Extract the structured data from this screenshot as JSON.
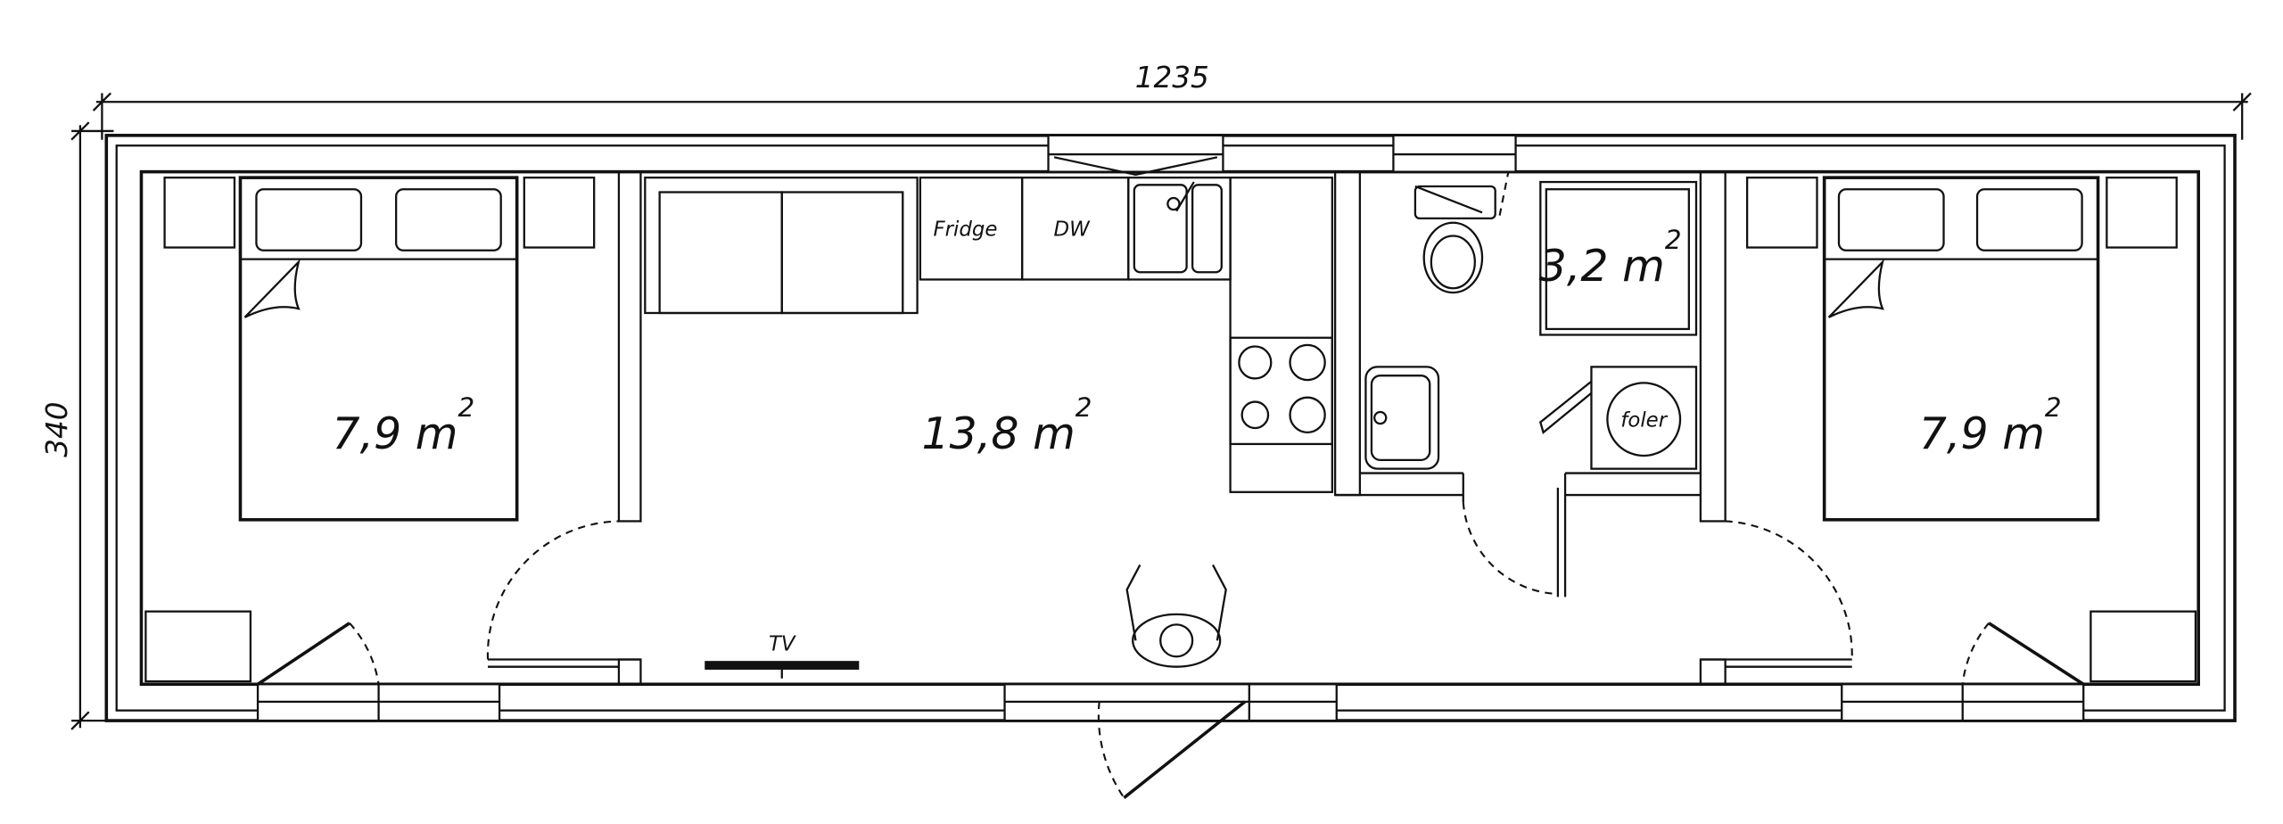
{
  "dimensions": {
    "width": "1235",
    "height": "340"
  },
  "rooms": [
    {
      "name": "left-bedroom",
      "area": "7,9 m",
      "unit_power": "2"
    },
    {
      "name": "living-kitchen",
      "area": "13,8 m",
      "unit_power": "2"
    },
    {
      "name": "bathroom",
      "area": "3,2 m",
      "unit_power": "2"
    },
    {
      "name": "right-bedroom",
      "area": "7,9 m",
      "unit_power": "2"
    }
  ],
  "labels": {
    "fridge": "Fridge",
    "dishwasher": "DW",
    "boiler": "foler",
    "tv": "TV"
  }
}
